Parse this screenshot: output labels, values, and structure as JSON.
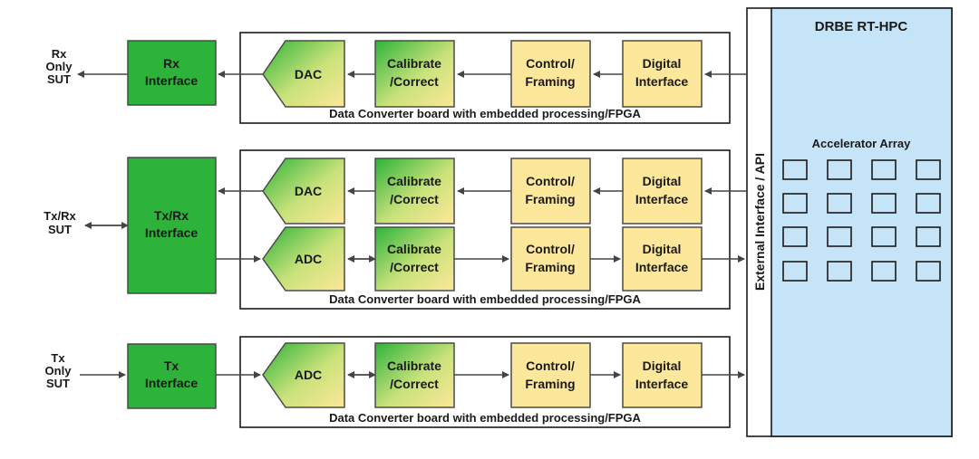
{
  "external_system": {
    "title": "DRBE RT-HPC",
    "array_label": "Accelerator Array"
  },
  "external_interface": {
    "label": "External Interface / API"
  },
  "sut": {
    "rx": {
      "line1": "Rx",
      "line2": "Only",
      "line3": "SUT"
    },
    "txrx": {
      "line1": "Tx/Rx",
      "line2": "SUT"
    },
    "tx": {
      "line1": "Tx",
      "line2": "Only",
      "line3": "SUT"
    }
  },
  "interfaces": {
    "rx": {
      "line1": "Rx",
      "line2": "Interface"
    },
    "txrx": {
      "line1": "Tx/Rx",
      "line2": "Interface"
    },
    "tx": {
      "line1": "Tx",
      "line2": "Interface"
    }
  },
  "blocks": {
    "dac": "DAC",
    "adc": "ADC",
    "calibrate": {
      "line1": "Calibrate",
      "line2": "/Correct"
    },
    "control": {
      "line1": "Control/",
      "line2": "Framing"
    },
    "digital": {
      "line1": "Digital",
      "line2": "Interface"
    }
  },
  "board_caption": "Data Converter board with  embedded processing/FPGA",
  "colors": {
    "green": "#2db33a",
    "yellow": "#fde79a",
    "api_blue": "#c6e4f7"
  }
}
